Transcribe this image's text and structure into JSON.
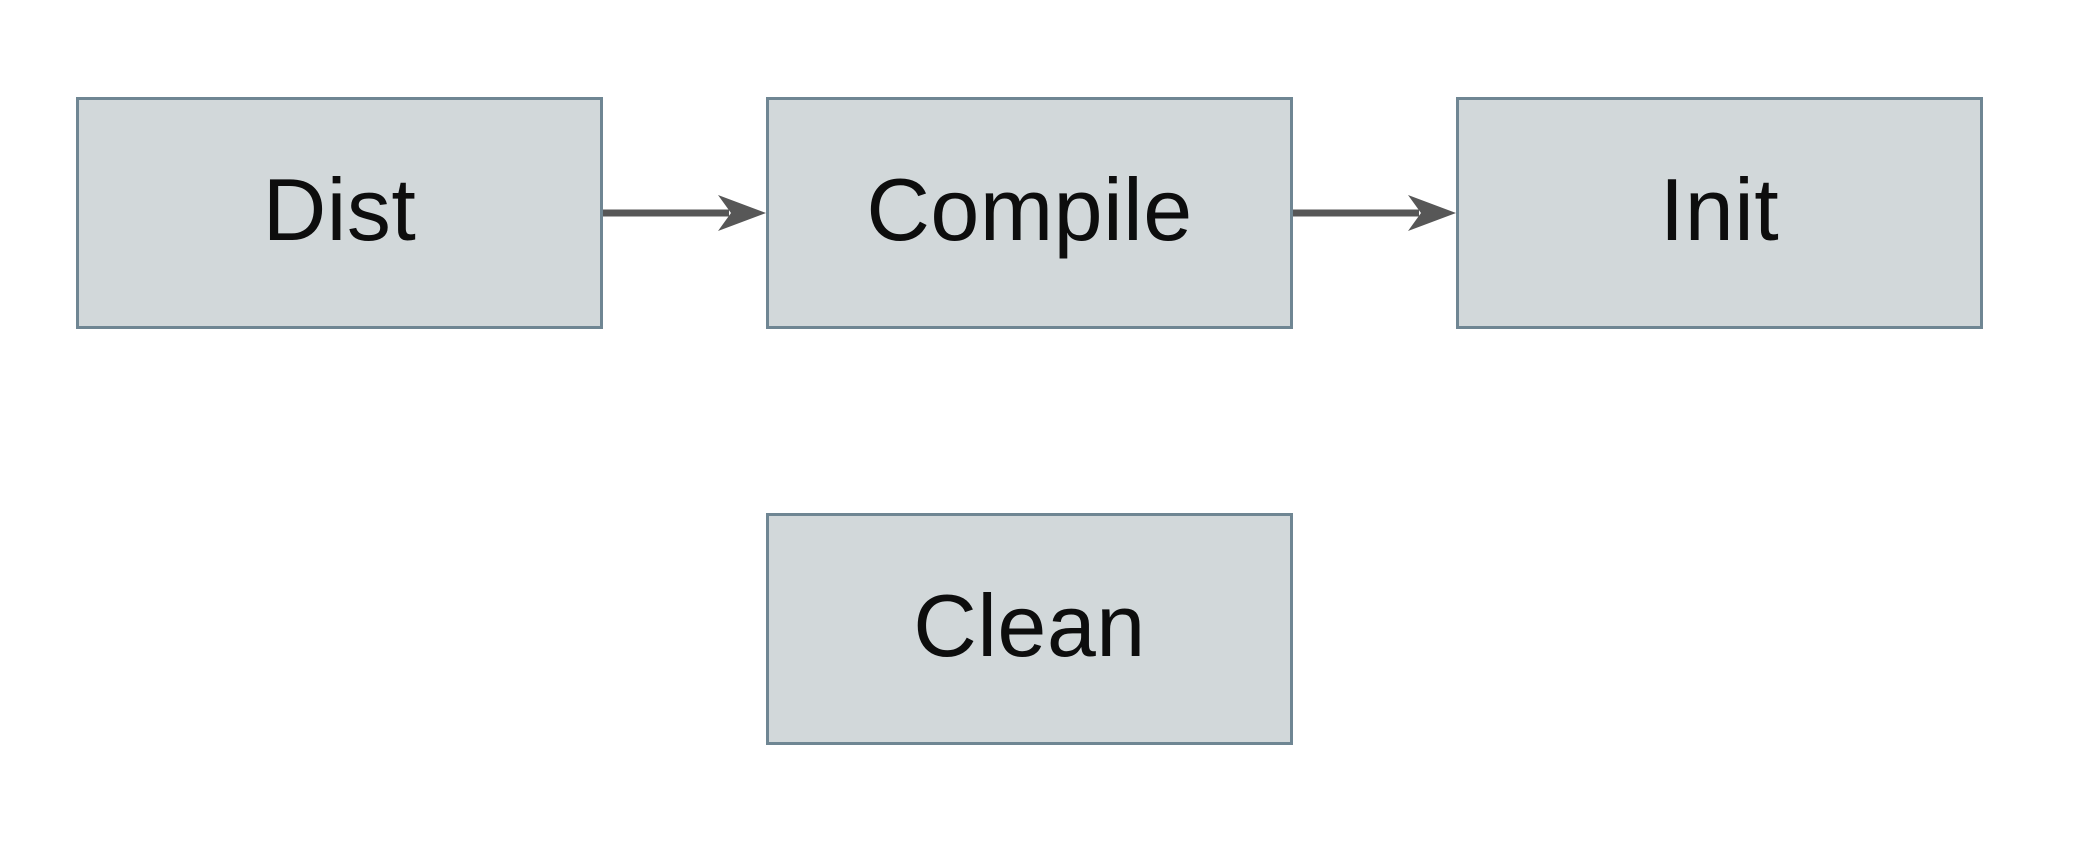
{
  "diagram": {
    "type": "flowchart",
    "colors": {
      "background": "#ffffff",
      "node_fill": "#d2d8da",
      "node_border": "#6f8693",
      "arrow": "#575757",
      "text": "#0d0d0d"
    },
    "nodes": [
      {
        "id": "dist",
        "label": "Dist"
      },
      {
        "id": "compile",
        "label": "Compile"
      },
      {
        "id": "init",
        "label": "Init"
      },
      {
        "id": "clean",
        "label": "Clean"
      }
    ],
    "edges": [
      {
        "from": "dist",
        "to": "compile",
        "style": "solid-arrow-right"
      },
      {
        "from": "compile",
        "to": "init",
        "style": "solid-arrow-right"
      }
    ]
  }
}
